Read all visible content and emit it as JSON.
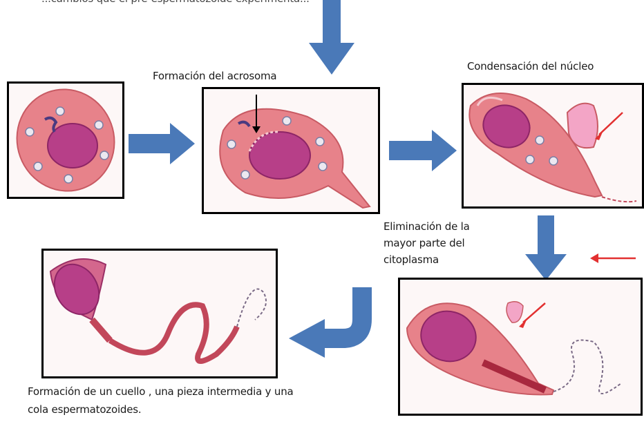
{
  "header_cut": "...cambios que el pre-espermatozoide experimenta...",
  "labels": {
    "acrosoma": "Formación del acrosoma",
    "nucleo": "Condensación del núcleo",
    "citoplasma_1": "Eliminación de la",
    "citoplasma_2": "mayor parte del",
    "citoplasma_3": "citoplasma",
    "cuello_1": "Formación de un cuello , una pieza intermedia y una",
    "cuello_2": "cola espermatozoides."
  },
  "colors": {
    "flow_arrow": "#4a79b8",
    "cell_fill": "#e7828a",
    "nucleus": "#b73f88",
    "tail": "#c2475a",
    "red_arrow": "#e23030"
  }
}
